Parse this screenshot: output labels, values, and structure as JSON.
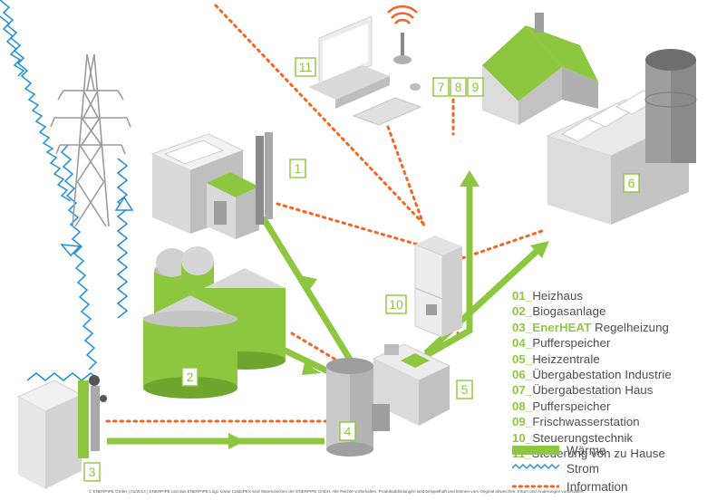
{
  "colors": {
    "heat": "#8dc63f",
    "power": "#1e8fd6",
    "info": "#f26522",
    "text": "#4d4d4d"
  },
  "labels": {
    "n1": "1",
    "n2": "2",
    "n3": "3",
    "n4": "4",
    "n5": "5",
    "n6": "6",
    "n789": [
      "7",
      "8",
      "9"
    ],
    "n10": "10",
    "n11": "11"
  },
  "legend": [
    {
      "num": "01",
      "text": "Heizhaus"
    },
    {
      "num": "02",
      "text": "Biogasanlage"
    },
    {
      "num": "03",
      "text": "Regelheizung",
      "highlight": "EnerHEAT"
    },
    {
      "num": "04",
      "text": "Pufferspeicher"
    },
    {
      "num": "05",
      "text": "Heizzentrale"
    },
    {
      "num": "06",
      "text": "Übergabestation Industrie"
    },
    {
      "num": "07",
      "text": "Übergabestation Haus"
    },
    {
      "num": "08",
      "text": "Pufferspeicher"
    },
    {
      "num": "09",
      "text": "Frischwasserstation"
    },
    {
      "num": "10",
      "text": "Steuerungstechnik"
    },
    {
      "num": "11",
      "text": "Steuerung von zu Hause"
    }
  ],
  "keys": {
    "heat": "Wärme",
    "power": "Strom",
    "info": "Information"
  },
  "footer": "© ENERPIPE GmbH | 01/2014 | ENERPIPE und das ENERPIPE Logo sowie CaldoPEX sind Warenzeichen der ENERPIPE GmbH. Alle Rechte vorbehalten. Produktabbildungen sind beispielhaft und können vom Original abweichen. Irrtum und Änderungen vorbehalten."
}
